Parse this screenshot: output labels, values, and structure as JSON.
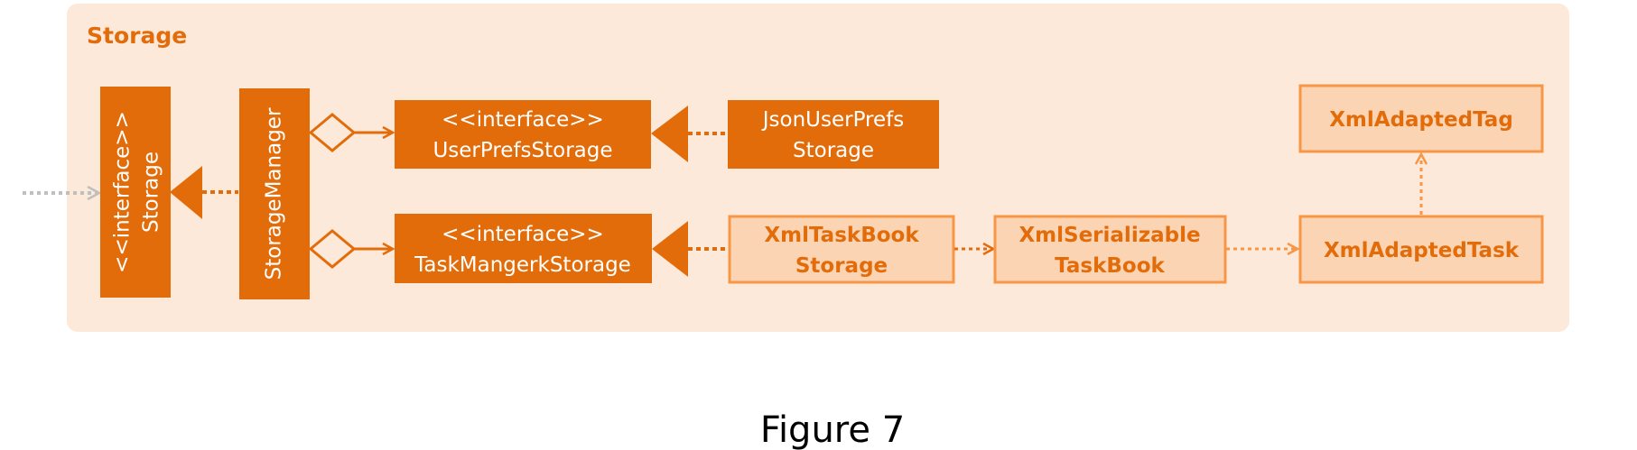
{
  "diagram": {
    "package_title": "Storage",
    "storage": {
      "stereotype": "<<interface>>",
      "name": "Storage"
    },
    "storage_manager": {
      "name": "StorageManager"
    },
    "user_prefs_storage": {
      "stereotype": "<<interface>>",
      "name": "UserPrefsStorage"
    },
    "task_manager_storage": {
      "stereotype": "<<interface>>",
      "name": "TaskMangerkStorage"
    },
    "json_user_prefs_storage": {
      "line1": "JsonUserPrefs",
      "line2": "Storage"
    },
    "xml_task_book_storage": {
      "line1": "XmlTaskBook",
      "line2": "Storage"
    },
    "xml_serializable_task_book": {
      "line1": "XmlSerializable",
      "line2": "TaskBook"
    },
    "xml_adapted_task": {
      "name": "XmlAdaptedTask"
    },
    "xml_adapted_tag": {
      "name": "XmlAdaptedTag"
    },
    "colors": {
      "package_fill": "#FDE9D9",
      "solid_box": "#E36C0A",
      "light_box_fill": "#FBD4B4",
      "light_box_border": "#F79646",
      "external_arrow": "#BFBFBF"
    }
  },
  "caption": "Figure 7"
}
